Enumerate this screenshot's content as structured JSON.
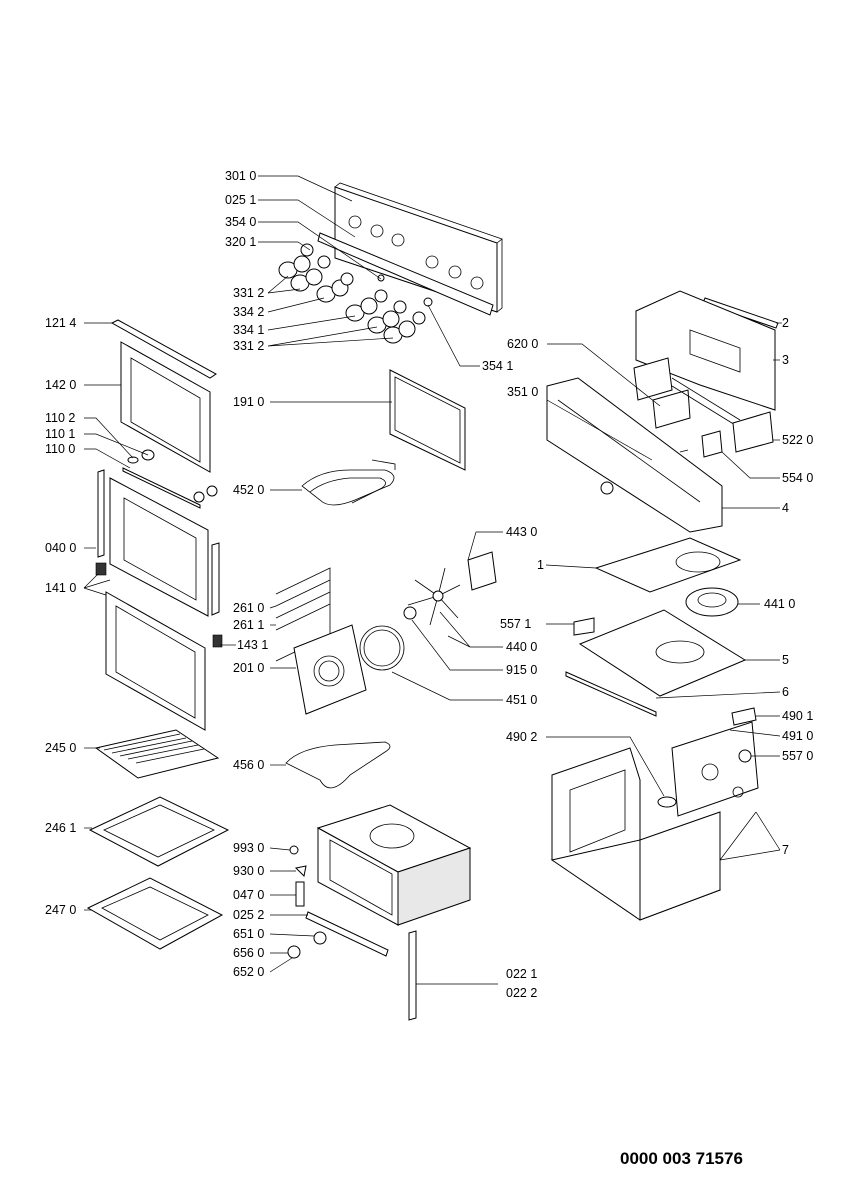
{
  "document_number": "0000 003 71576",
  "labels": {
    "l_301_0": "301 0",
    "l_025_1": "025 1",
    "l_354_0": "354 0",
    "l_320_1": "320 1",
    "l_331_2a": "331 2",
    "l_334_2": "334 2",
    "l_334_1": "334 1",
    "l_331_2b": "331 2",
    "l_354_1": "354 1",
    "l_121_4": "121 4",
    "l_142_0": "142 0",
    "l_110_2": "110 2",
    "l_110_1": "110 1",
    "l_110_0": "110 0",
    "l_040_0": "040 0",
    "l_141_0": "141 0",
    "l_143_1": "143 1",
    "l_245_0": "245 0",
    "l_246_1": "246 1",
    "l_247_0": "247 0",
    "l_191_0": "191 0",
    "l_452_0": "452 0",
    "l_261_0": "261 0",
    "l_261_1": "261 1",
    "l_201_0": "201 0",
    "l_456_0": "456 0",
    "l_993_0": "993 0",
    "l_930_0": "930 0",
    "l_047_0": "047 0",
    "l_025_2": "025 2",
    "l_651_0": "651 0",
    "l_656_0": "656 0",
    "l_652_0": "652 0",
    "l_022_1": "022 1",
    "l_022_2": "022 2",
    "l_620_0": "620 0",
    "l_351_0": "351 0",
    "l_2": "2",
    "l_3": "3",
    "l_522_0": "522 0",
    "l_554_0": "554 0",
    "l_4": "4",
    "l_443_0": "443 0",
    "l_1": "1",
    "l_441_0": "441 0",
    "l_557_1": "557 1",
    "l_440_0": "440 0",
    "l_5": "5",
    "l_915_0": "915 0",
    "l_6": "6",
    "l_451_0": "451 0",
    "l_490_1": "490 1",
    "l_490_2": "490 2",
    "l_491_0": "491 0",
    "l_557_0": "557 0",
    "l_7": "7"
  }
}
